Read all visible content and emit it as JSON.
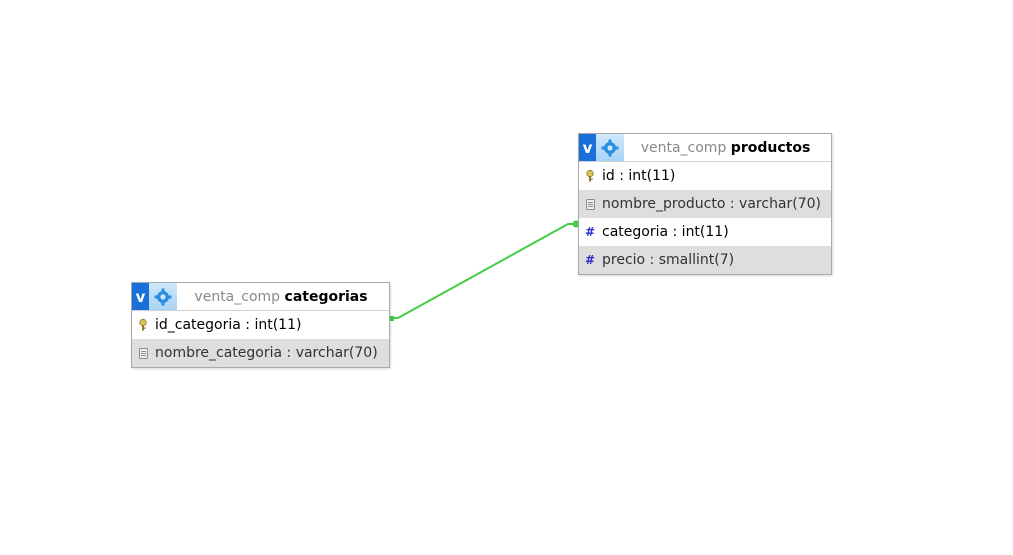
{
  "relation_color": "#44cc44",
  "tables": {
    "productos": {
      "db": "venta_comp",
      "name": "productos",
      "columns": [
        {
          "text": "id : int(11)",
          "icon": "primary-key-icon"
        },
        {
          "text": "nombre_producto : varchar(70)",
          "icon": "text-column-icon"
        },
        {
          "text": "categoria : int(11)",
          "icon": "numeric-column-icon"
        },
        {
          "text": "precio : smallint(7)",
          "icon": "numeric-column-icon"
        }
      ]
    },
    "categorias": {
      "db": "venta_comp",
      "name": "categorias",
      "columns": [
        {
          "text": "id_categoria : int(11)",
          "icon": "primary-key-icon"
        },
        {
          "text": "nombre_categoria : varchar(70)",
          "icon": "text-column-icon"
        }
      ]
    }
  },
  "relation": {
    "from": "categorias.id_categoria",
    "to": "productos.categoria"
  }
}
